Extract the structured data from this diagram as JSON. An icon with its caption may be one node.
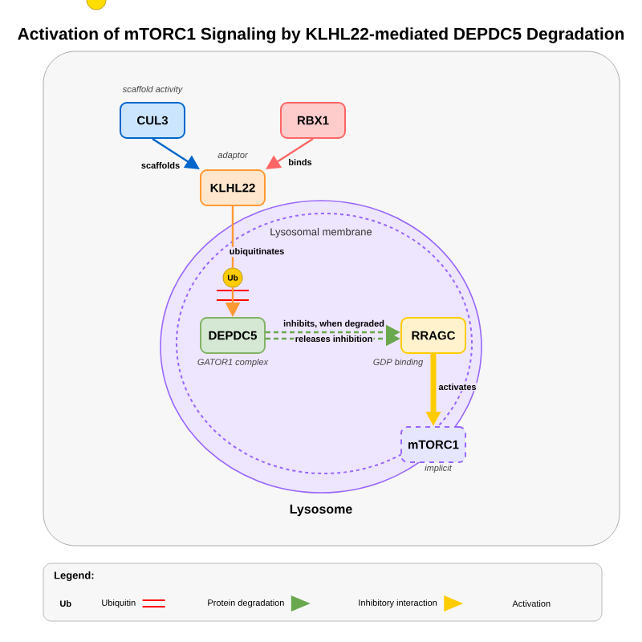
{
  "diagram": {
    "title": "Activation of mTORC1 Signaling by KLHL22-mediated DEPDC5 Degradation",
    "nodes": [
      {
        "text": [
          "CUL3"
        ],
        "beside": [
          "scaffold activity"
        ]
      },
      {
        "text": [
          "RBX1"
        ]
      },
      {
        "text": [
          "KLHL22"
        ],
        "beside": [
          "adaptor"
        ]
      },
      {
        "text": [
          "Lysosome"
        ]
      },
      {
        "text": [
          "Lysosomal membrane"
        ],
        "in": 3
      },
      {
        "text": [
          "Ub"
        ],
        "in": 4
      },
      {
        "text": [
          "DEPDC5"
        ],
        "beside": [
          "GATOR1 complex"
        ],
        "in": 4
      },
      {
        "text": [
          "RRAGC"
        ],
        "beside": [
          "GDP binding"
        ],
        "in": 4
      },
      {
        "text": [
          "mTORC1"
        ],
        "beside": [
          "implicit"
        ],
        "in": 3
      }
    ],
    "edges": [
      {
        "from": 0,
        "to": 2,
        "arrow": "to",
        "label": "scaffolds",
        "color": "#0066cc"
      },
      {
        "from": 1,
        "to": 2,
        "arrow": "to",
        "label": "binds",
        "color": "#ff6666"
      },
      {
        "from": 2,
        "to": 5,
        "arrow": "none",
        "label": "ubiquitinates",
        "color": "#ff9933"
      },
      {
        "from": 5,
        "to": 6,
        "arrow": "to",
        "color": "#ff9933"
      },
      {
        "from": 6,
        "to": 7,
        "arrow": "to",
        "label": "inhibits, when degraded",
        "style": "dashed",
        "color": "#6aa84f"
      },
      {
        "from": 6,
        "to": 7,
        "arrow": "to",
        "label": "releases inhibition",
        "style": "dashed",
        "color": "#6aa84f"
      },
      {
        "from": 7,
        "to": 8,
        "arrow": "to",
        "label": "activates",
        "style": "thick",
        "color": "#ffcc00"
      }
    ],
    "labels": [
      "Legend:"
    ],
    "legend": [
      {
        "text": "Ub"
      },
      {
        "text": "Ubiquitin"
      },
      {
        "text": "Protein degradation"
      },
      {
        "text": "Inhibitory interaction"
      },
      {
        "text": "Activation"
      }
    ]
  }
}
